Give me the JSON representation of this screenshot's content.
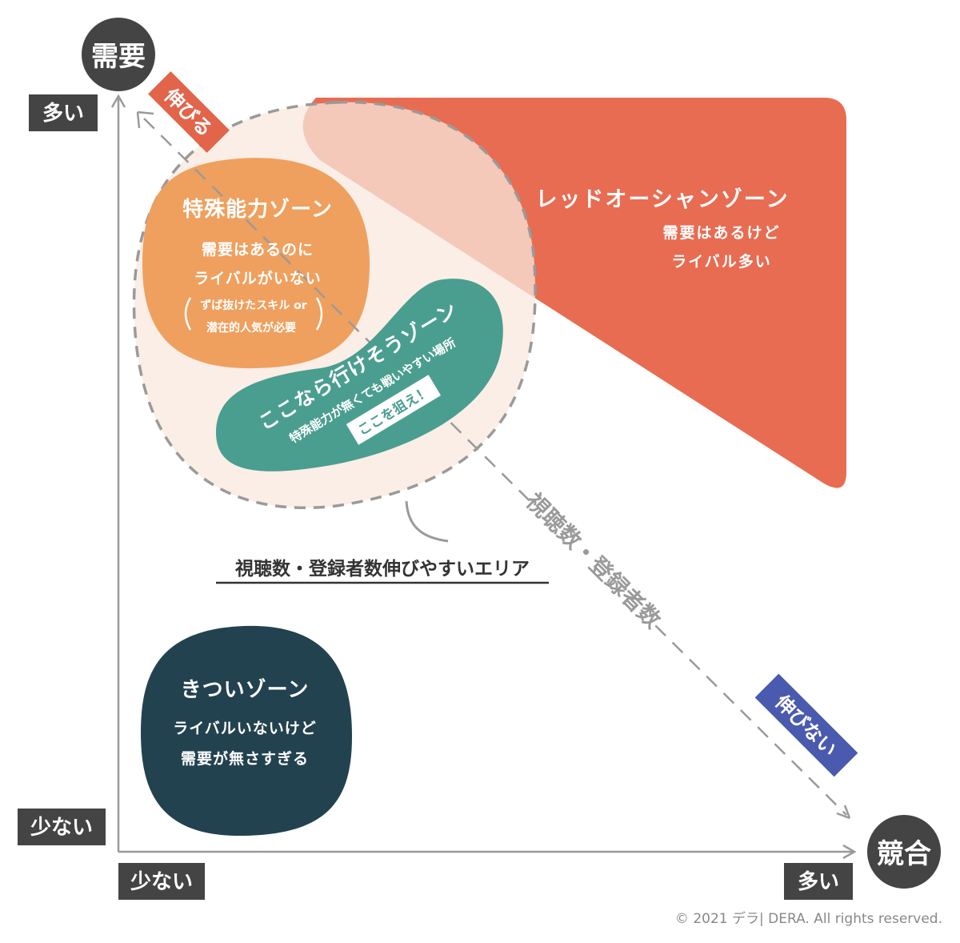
{
  "axes": {
    "y_title": "需要",
    "x_title": "競合",
    "y_high": "多い",
    "y_low": "少ない",
    "x_low": "少ない",
    "x_high": "多い"
  },
  "diagonal": {
    "grow_tag": "伸びる",
    "nogrow_tag": "伸びない",
    "label": "視聴数・登録者数"
  },
  "growth_area": {
    "label": "視聴数・登録者数伸びやすいエリア"
  },
  "zones": {
    "red_ocean": {
      "title": "レッドオーシャンゾーン",
      "desc1": "需要はあるけど",
      "desc2": "ライバル多い",
      "color": "#E86C52"
    },
    "special": {
      "title": "特殊能力ゾーン",
      "desc1": "需要はあるのに",
      "desc2": "ライバルがいない",
      "note1": "ずば抜けたスキル or",
      "note2": "潜在的人気が必要",
      "color": "#EFA05E"
    },
    "target": {
      "title": "ここなら行けそうゾーン",
      "desc": "特殊能力が無くても戦いやすい場所",
      "badge": "ここを狙え！",
      "color": "#4A9E8F"
    },
    "hard": {
      "title": "きついゾーン",
      "desc1": "ライバルいないけど",
      "desc2": "需要が無さすぎる",
      "color": "#23424F"
    }
  },
  "copyright": "© 2021 デラ| DERA. All rights reserved."
}
